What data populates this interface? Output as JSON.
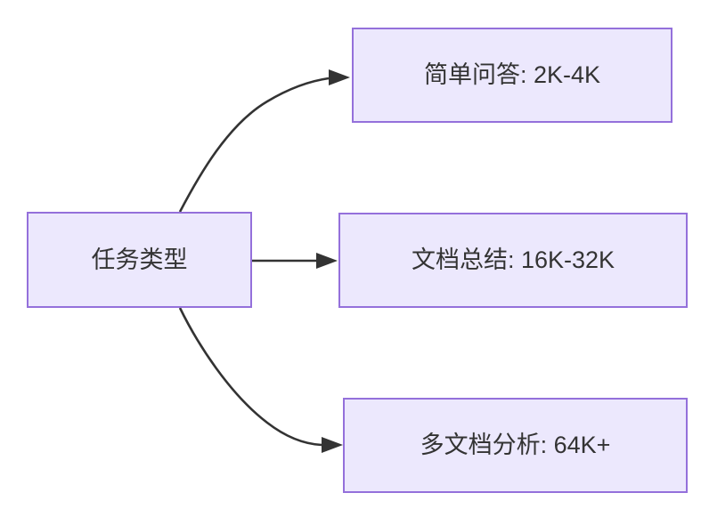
{
  "diagram": {
    "type": "flowchart",
    "direction": "left-to-right",
    "title": "任务类型",
    "background_color": "#ffffff",
    "node_fill_color": "#ECE8FD",
    "node_border_color": "#9470DB",
    "node_text_color": "#333333",
    "edge_color": "#333333",
    "root": {
      "id": "root",
      "label": "任务类型"
    },
    "nodes": [
      {
        "id": "simple-qa",
        "label": "简单问答: 2K-4K",
        "task": "简单问答",
        "context_length": "2K-4K"
      },
      {
        "id": "doc-summary",
        "label": "文档总结: 16K-32K",
        "task": "文档总结",
        "context_length": "16K-32K"
      },
      {
        "id": "multi-doc",
        "label": "多文档分析: 64K+",
        "task": "多文档分析",
        "context_length": "64K+"
      }
    ],
    "edges": [
      {
        "id": "edge-root-simple-qa",
        "from": "root",
        "to": "simple-qa",
        "style": "curved"
      },
      {
        "id": "edge-root-doc-summary",
        "from": "root",
        "to": "doc-summary",
        "style": "straight"
      },
      {
        "id": "edge-root-multi-doc",
        "from": "root",
        "to": "multi-doc",
        "style": "curved"
      }
    ]
  }
}
